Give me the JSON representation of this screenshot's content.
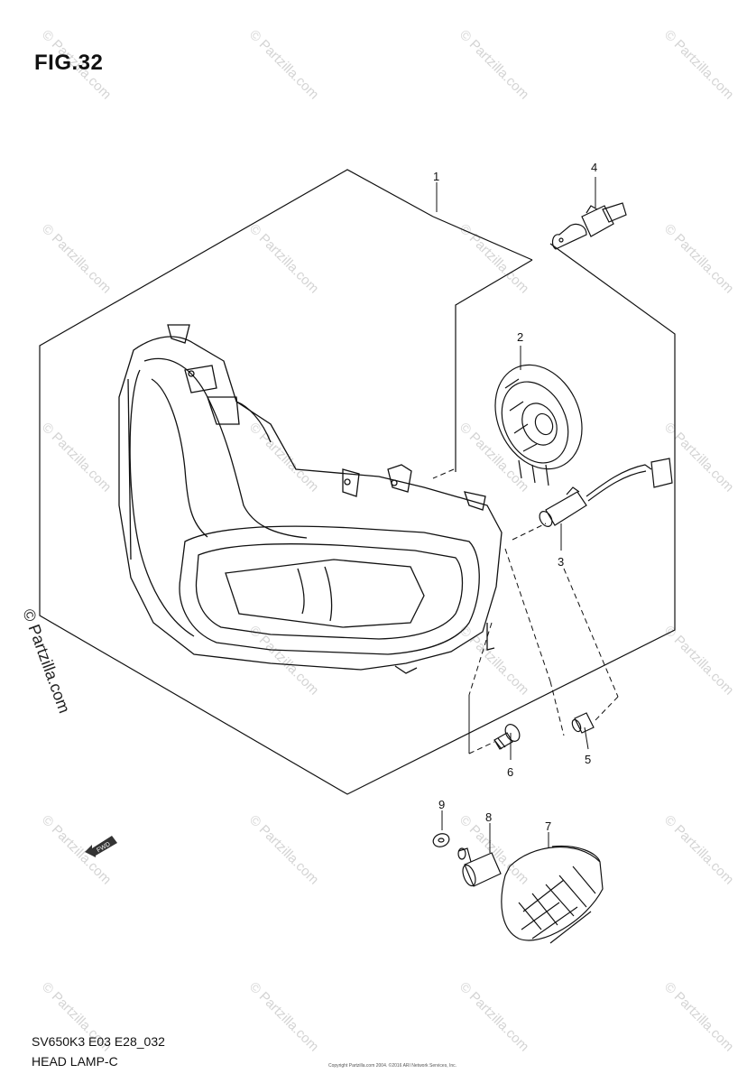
{
  "figure": {
    "title": "FIG.32",
    "model_code": "SV650K3 E03 E28_032",
    "caption": "HEAD LAMP-C",
    "copyright": "Copyright Partzilla.com 2004. ©2016 ARI Network Services, Inc."
  },
  "watermark": {
    "text": "© Partzilla.com",
    "side_text": "© Partzilla.com"
  },
  "direction_badge": "FWD",
  "callouts": {
    "c1": "1",
    "c2": "2",
    "c3": "3",
    "c4": "4",
    "c5": "5",
    "c6": "6",
    "c7": "7",
    "c8": "8",
    "c9": "9"
  }
}
